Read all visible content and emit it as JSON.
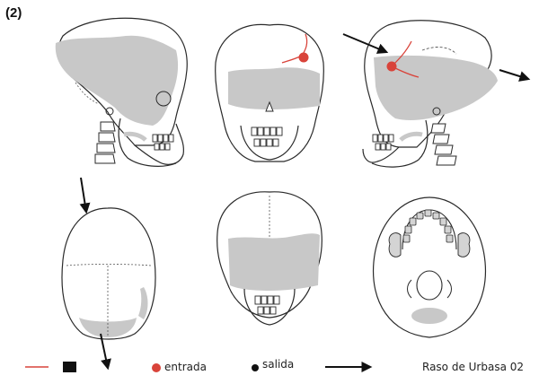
{
  "panel_label": "(2)",
  "colors": {
    "outline": "#2a2a2a",
    "affected": "#c8c8c8",
    "suture": "#555555",
    "fracture": "#d9433a",
    "entry_point": "#d9433a",
    "arrow": "#111111"
  },
  "views": [
    {
      "name": "left-lateral",
      "has_entry": false
    },
    {
      "name": "anterior",
      "has_entry": true
    },
    {
      "name": "right-lateral",
      "has_entry": true
    },
    {
      "name": "superior",
      "has_entry": false
    },
    {
      "name": "posterior",
      "has_entry": false
    },
    {
      "name": "inferior",
      "has_entry": false
    }
  ],
  "legend": {
    "fracture_symbol": "red-line-and-black-square",
    "entry_label": "entrada",
    "exit_label": "salida",
    "direction_symbol": "arrow",
    "caption": "Raso de Urbasa 02"
  }
}
